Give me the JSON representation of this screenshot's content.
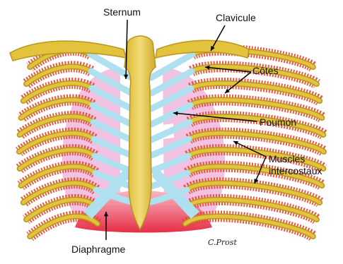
{
  "labels": {
    "sternum": "Sternum",
    "clavicule": "Clavicule",
    "cotes": "Côtes",
    "poumon": "Poumon",
    "muscles_line1": "Muscles",
    "muscles_line2": "intercostaux",
    "diaphragme": "Diaphragme"
  },
  "signature": "C.Prost",
  "colors": {
    "bone": "#e3c23c",
    "bone_light": "#f2dc7a",
    "bone_edge": "#b8951e",
    "cartilage": "#aee0ef",
    "lung": "#f2c2e2",
    "muscle": "#e8452a",
    "diaphragm": "#e62e46",
    "pointer": "#000000"
  }
}
